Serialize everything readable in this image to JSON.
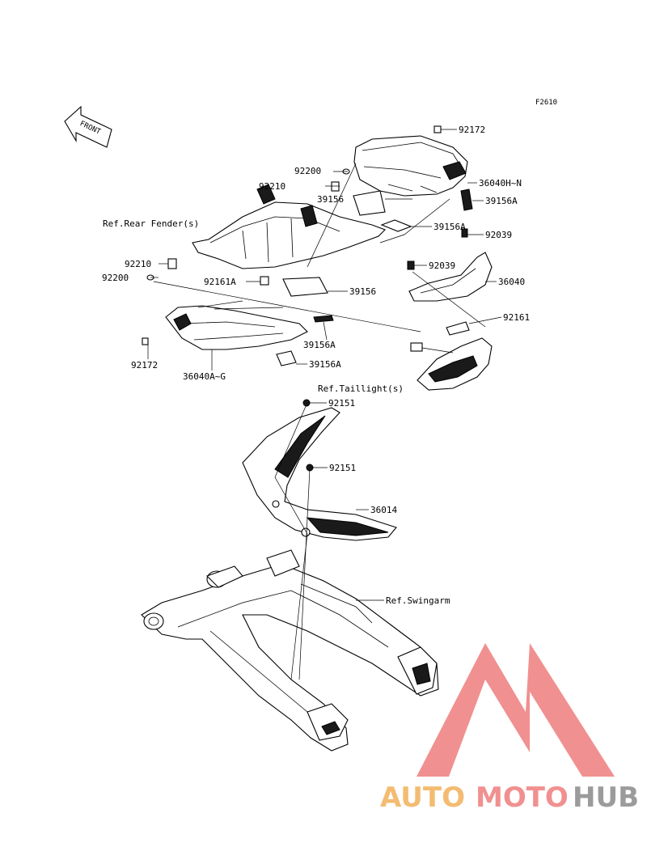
{
  "figure_code": "F2610",
  "front_arrow": "FRONT",
  "labels": {
    "l92172_top": "92172",
    "l92200_top": "92200",
    "l92210_top": "92210",
    "l36040HN": "36040H~N",
    "l39156_top": "39156",
    "l39156A_top": "39156A",
    "lRefRearFender": "Ref.Rear Fender(s)",
    "l39156A_mid": "39156A",
    "l92039_right": "92039",
    "l92210_left": "92210",
    "l92039_mid": "92039",
    "l92200_left": "92200",
    "l92161A": "92161A",
    "l39156_mid": "39156",
    "l36040": "36040",
    "l92161": "92161",
    "l39156A_low": "39156A",
    "l92172_left": "92172",
    "l39156A_bottom": "39156A",
    "l36040AG": "36040A~G",
    "lRefTaillight": "Ref.Taillight(s)",
    "l92151_top": "92151",
    "l92151_mid": "92151",
    "l36014": "36014",
    "lRefSwingarm": "Ref.Swingarm"
  },
  "watermark": {
    "part1": "AUTO",
    "part2": "MOTO",
    "part3": "HUB",
    "color_orange": "#f2b15a",
    "color_red": "#ef7d7d",
    "color_gray": "#8a8a8a"
  }
}
